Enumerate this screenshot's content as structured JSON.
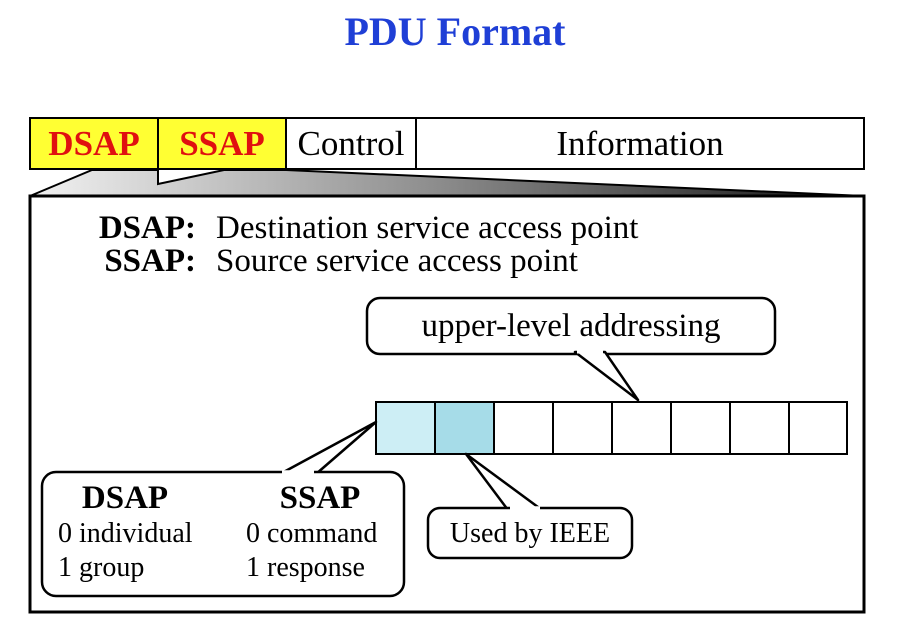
{
  "title": "PDU Format",
  "header_fields": [
    {
      "label": "DSAP"
    },
    {
      "label": "SSAP"
    },
    {
      "label": "Control"
    },
    {
      "label": "Information"
    }
  ],
  "definitions": [
    {
      "term": "DSAP:",
      "meaning": "Destination service access point"
    },
    {
      "term": "SSAP:",
      "meaning": "Source service access point"
    }
  ],
  "callout_upper": "upper-level addressing",
  "callout_ieee": "Used by IEEE",
  "bit_box": {
    "dsap_heading": "DSAP",
    "ssap_heading": "SSAP",
    "dsap_values": [
      "0 individual",
      "1 group"
    ],
    "ssap_values": [
      "0 command",
      "1 response"
    ]
  },
  "colors": {
    "title": "#1f3fd6",
    "highlight_fill": "#ffff33",
    "highlight_text": "#e01010",
    "bit1": "#cdeef5",
    "bit2": "#a6dce8"
  }
}
